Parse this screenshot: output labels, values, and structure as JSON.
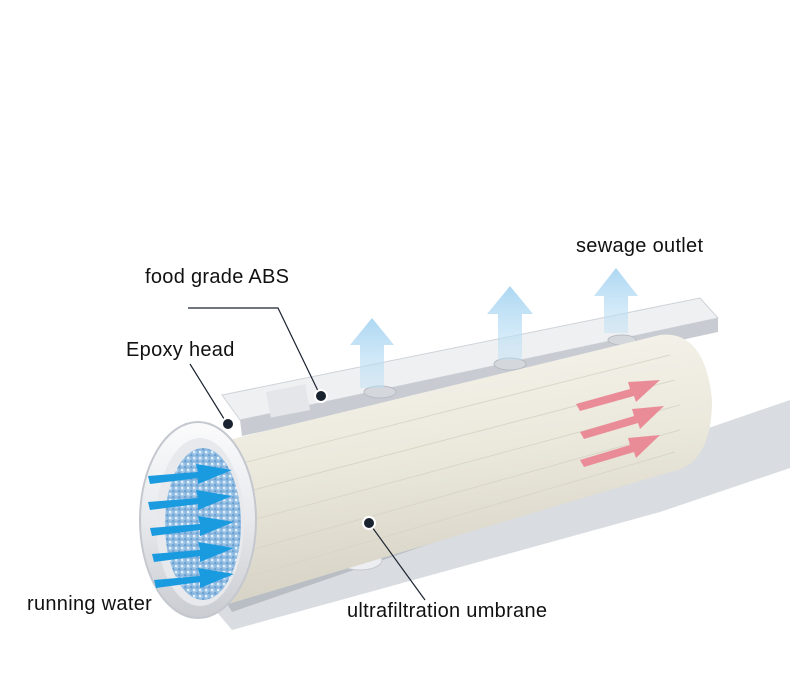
{
  "labels": {
    "sewage_outlet": "sewage outlet",
    "food_grade_abs": "food grade ABS",
    "epoxy_head": "Epoxy head",
    "running_water": "running water",
    "ultrafiltration_membrane": "ultrafiltration umbrane"
  },
  "colors": {
    "inflow_arrow": "#1a9be0",
    "outflow_arrow": "#bfe1f5",
    "concentrate_arrow": "#ea8c98",
    "membrane": "#ece9dc",
    "housing": "#f3f4f6",
    "porous_face": "#9fc6e9",
    "leader_line": "#1a2330"
  }
}
